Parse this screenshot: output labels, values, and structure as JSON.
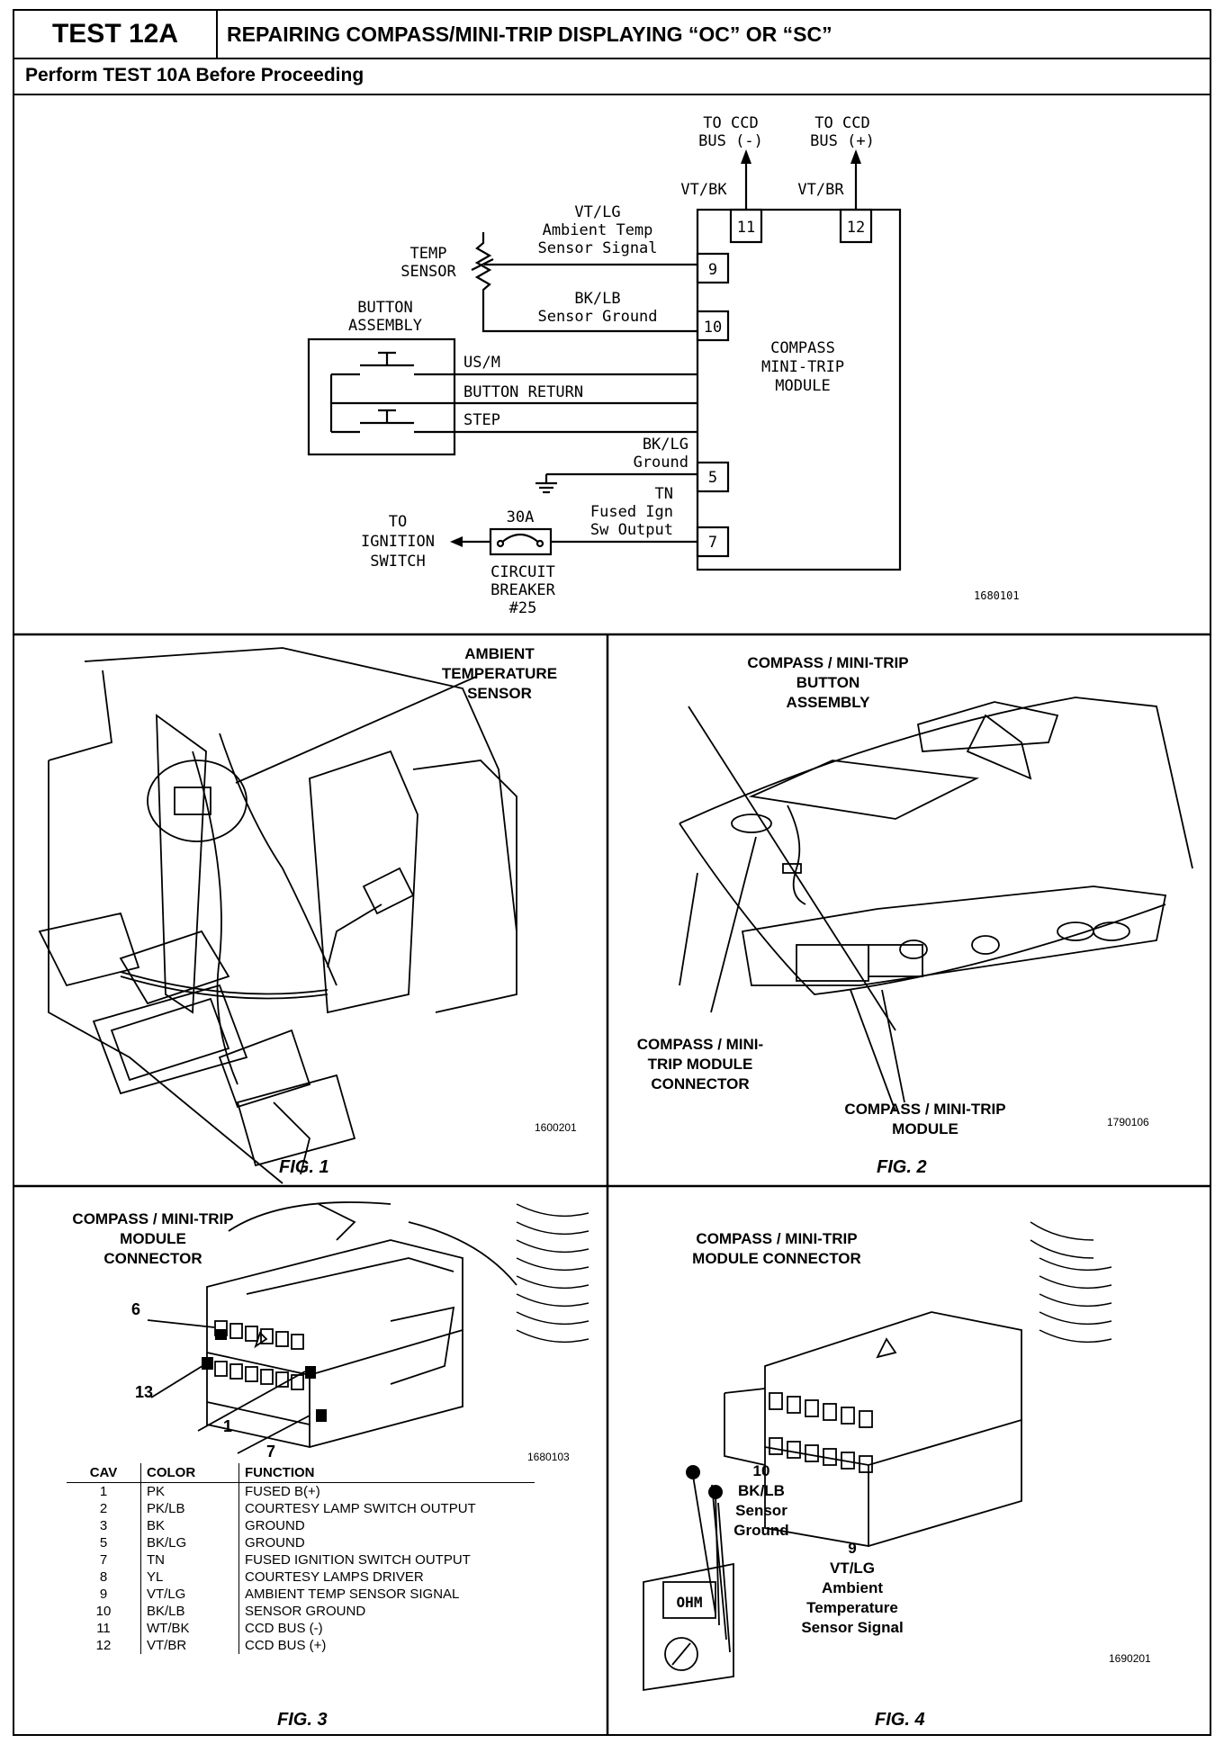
{
  "header": {
    "test_id": "TEST 12A",
    "title": "REPAIRING COMPASS/MINI-TRIP DISPLAYING “OC” OR “SC”",
    "subtitle": "Perform TEST 10A Before Proceeding"
  },
  "schematic": {
    "ccd_minus": [
      "TO CCD",
      "BUS (-)"
    ],
    "ccd_plus": [
      "TO CCD",
      "BUS (+)"
    ],
    "wire_11": "VT/BK",
    "wire_12": "VT/BR",
    "pin_11": "11",
    "pin_12": "12",
    "vtlg": [
      "VT/LG",
      "Ambient Temp",
      "Sensor Signal"
    ],
    "temp_sensor": [
      "TEMP",
      "SENSOR"
    ],
    "pin_9": "9",
    "bklb": [
      "BK/LB",
      "Sensor Ground"
    ],
    "pin_10": "10",
    "button_assembly": [
      "BUTTON",
      "ASSEMBLY"
    ],
    "module": [
      "COMPASS",
      "MINI-TRIP",
      "MODULE"
    ],
    "usm": "US/M",
    "button_return": "BUTTON RETURN",
    "step": "STEP",
    "bklg": [
      "BK/LG",
      "Ground"
    ],
    "pin_5": "5",
    "tn": [
      "TN",
      "Fused Ign",
      "Sw Output"
    ],
    "pin_7": "7",
    "breaker_rating": "30A",
    "ignition": [
      "TO",
      "IGNITION",
      "SWITCH"
    ],
    "breaker": [
      "CIRCUIT",
      "BREAKER",
      "#25"
    ],
    "code": "1680101"
  },
  "fig1": {
    "label": [
      "AMBIENT",
      "TEMPERATURE",
      "SENSOR"
    ],
    "code": "1600201",
    "caption": "FIG. 1"
  },
  "fig2": {
    "label_button": [
      "COMPASS / MINI-TRIP",
      "BUTTON",
      "ASSEMBLY"
    ],
    "label_connector": [
      "COMPASS / MINI-",
      "TRIP MODULE",
      "CONNECTOR"
    ],
    "label_module": [
      "COMPASS / MINI-TRIP",
      "MODULE"
    ],
    "code": "1790106",
    "caption": "FIG. 2"
  },
  "fig3": {
    "label": [
      "COMPASS / MINI-TRIP",
      "MODULE",
      "CONNECTOR"
    ],
    "pin_6": "6",
    "pin_13": "13",
    "pin_1": "1",
    "pin_7": "7",
    "code": "1680103",
    "caption": "FIG. 3",
    "table": {
      "headers": [
        "CAV",
        "COLOR",
        "FUNCTION"
      ],
      "rows": [
        [
          "1",
          "PK",
          "FUSED B(+)"
        ],
        [
          "2",
          "PK/LB",
          "COURTESY LAMP SWITCH OUTPUT"
        ],
        [
          "3",
          "BK",
          "GROUND"
        ],
        [
          "5",
          "BK/LG",
          "GROUND"
        ],
        [
          "7",
          "TN",
          "FUSED IGNITION SWITCH OUTPUT"
        ],
        [
          "8",
          "YL",
          "COURTESY LAMPS DRIVER"
        ],
        [
          "9",
          "VT/LG",
          "AMBIENT TEMP SENSOR SIGNAL"
        ],
        [
          "10",
          "BK/LB",
          "SENSOR GROUND"
        ],
        [
          "11",
          "WT/BK",
          "CCD BUS (-)"
        ],
        [
          "12",
          "VT/BR",
          "CCD BUS (+)"
        ]
      ]
    }
  },
  "fig4": {
    "label": [
      "COMPASS / MINI-TRIP",
      "MODULE CONNECTOR"
    ],
    "pin10": [
      "10",
      "BK/LB",
      "Sensor",
      "Ground"
    ],
    "pin9": [
      "9",
      "VT/LG",
      "Ambient",
      "Temperature",
      "Sensor Signal"
    ],
    "meter": "OHM",
    "code": "1690201",
    "caption": "FIG. 4"
  }
}
